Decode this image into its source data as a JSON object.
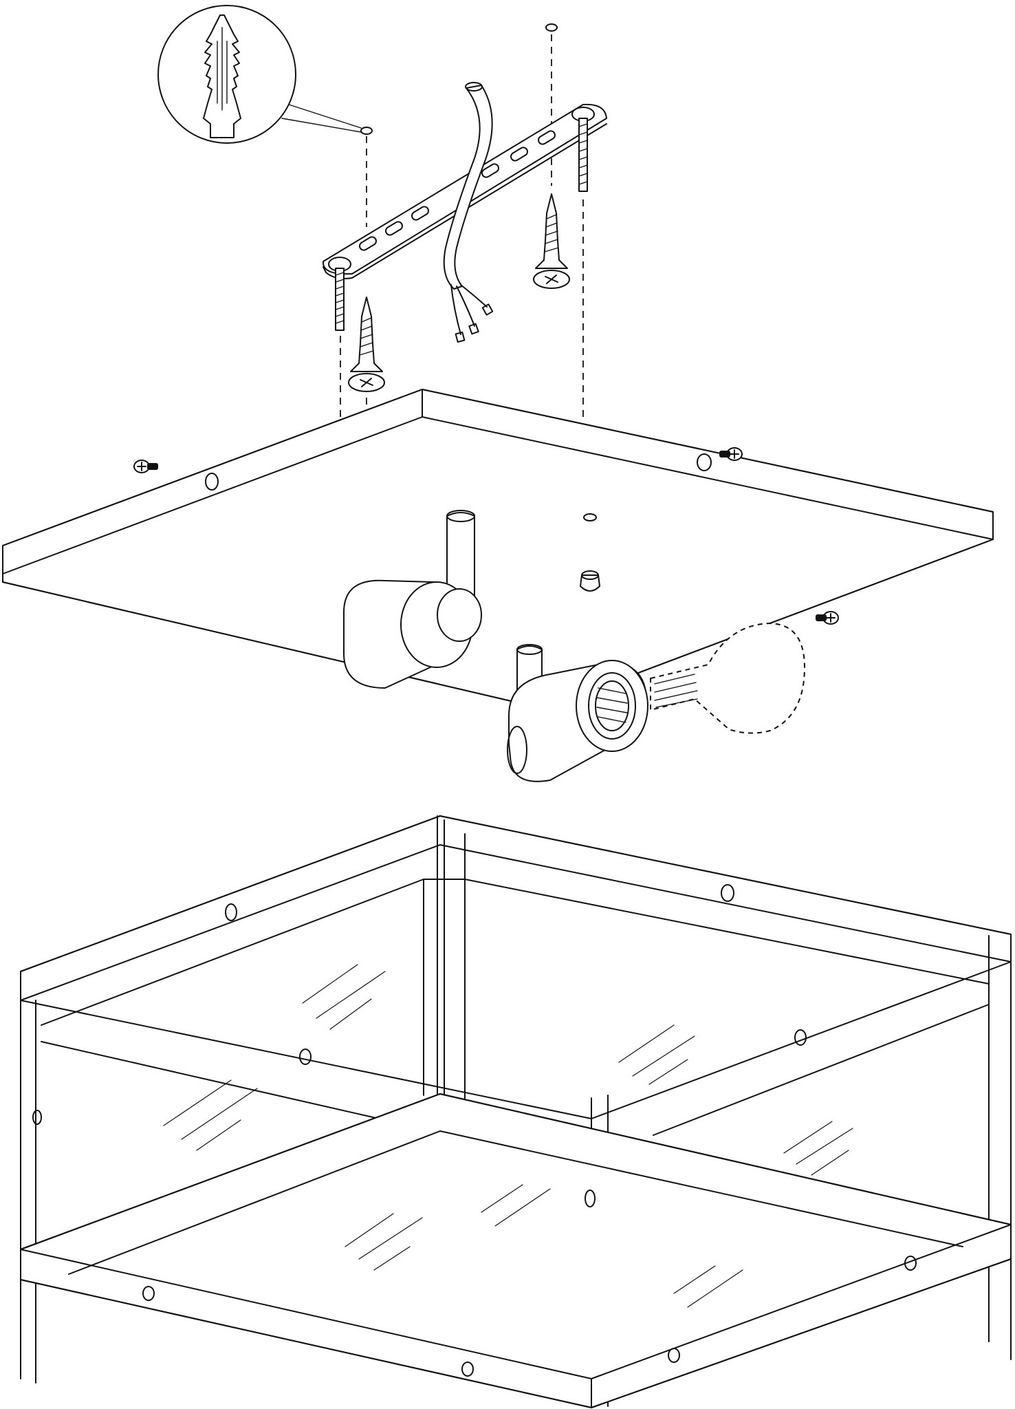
{
  "figure": {
    "type": "exploded-assembly-drawing",
    "subject": "ceiling-lamp",
    "stroke_color": "#111111",
    "background_color": "#ffffff",
    "parts": [
      "wall-plug-detail",
      "mounting-bracket",
      "supply-cable",
      "wood-screw",
      "threaded-bolt",
      "canopy-plate",
      "side-screw",
      "cap-nut",
      "lamp-holder",
      "light-bulb",
      "glass-frame-shade"
    ]
  }
}
